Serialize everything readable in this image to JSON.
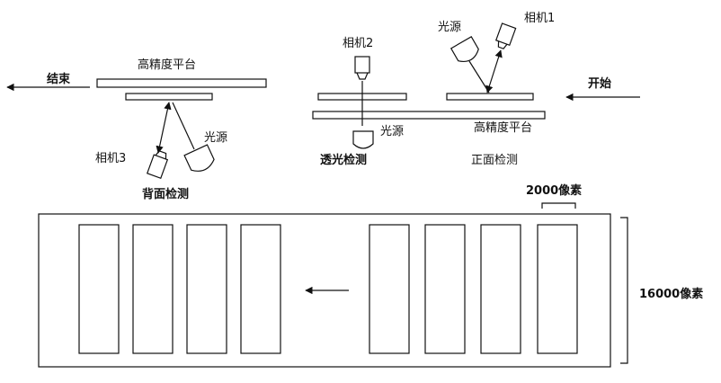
{
  "labels": {
    "end": "结束",
    "start": "开始",
    "platform_left": "高精度平台",
    "platform_right": "高精度平台",
    "camera1": "相机1",
    "camera2": "相机2",
    "camera3": "相机3",
    "light_top_right": "光源",
    "light_middle": "光源",
    "light_left": "光源",
    "transmission_inspection": "透光检测",
    "front_inspection": "正面检测",
    "back_inspection": "背面检测",
    "width_pixels": "2000像素",
    "height_pixels": "16000像素"
  },
  "strip_count": 8
}
